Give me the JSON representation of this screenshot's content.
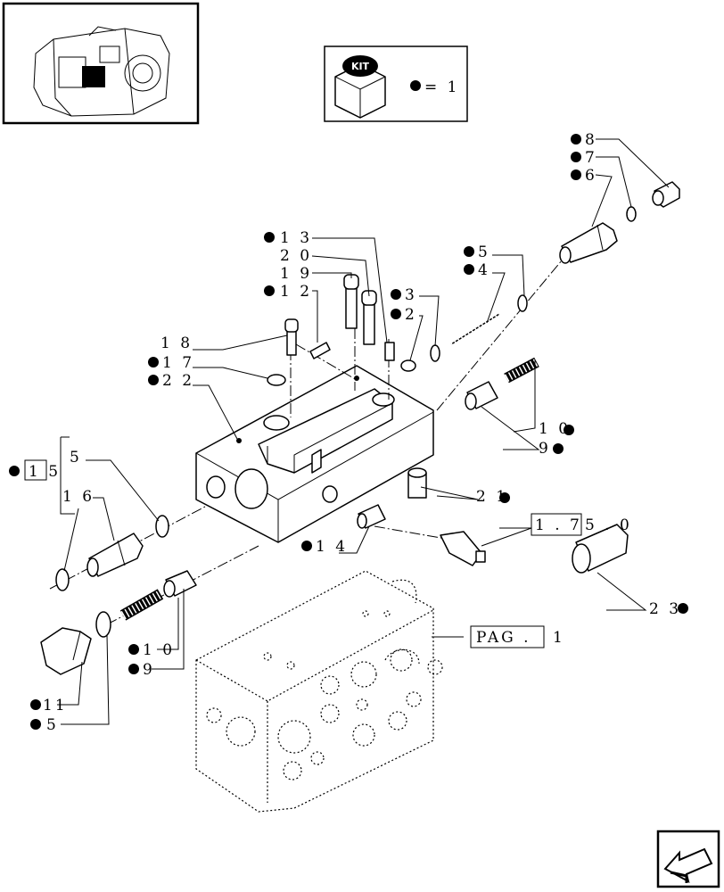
{
  "kit": {
    "label": "KIT",
    "legend_value": "= 1"
  },
  "callouts": {
    "c8": "8",
    "c7": "7",
    "c6": "6",
    "c5a": "5",
    "c4": "4",
    "c13": "1 3",
    "c20": "2 0",
    "c19": "1 9",
    "c12": "1 2",
    "c3": "3",
    "c2": "2",
    "c18": "1 8",
    "c17": "1 7",
    "c22": "2 2",
    "c15": "1 5",
    "c5b": "5",
    "c16": "1 6",
    "c10a": "1 0",
    "c9a": "9",
    "c21": "2 1",
    "c175": "1 . 7",
    "c175b": "5 . 0",
    "c14": "1 4",
    "c23": "2 3",
    "pag": "PAG .",
    "pag_num": "1",
    "c10b": "1 0",
    "c9b": "9",
    "c11": "11",
    "c5c": "5"
  },
  "icons": {
    "kit": "kit-box-icon",
    "nav": "prev-page-arrow-icon",
    "thumb": "transmission-thumbnail"
  }
}
